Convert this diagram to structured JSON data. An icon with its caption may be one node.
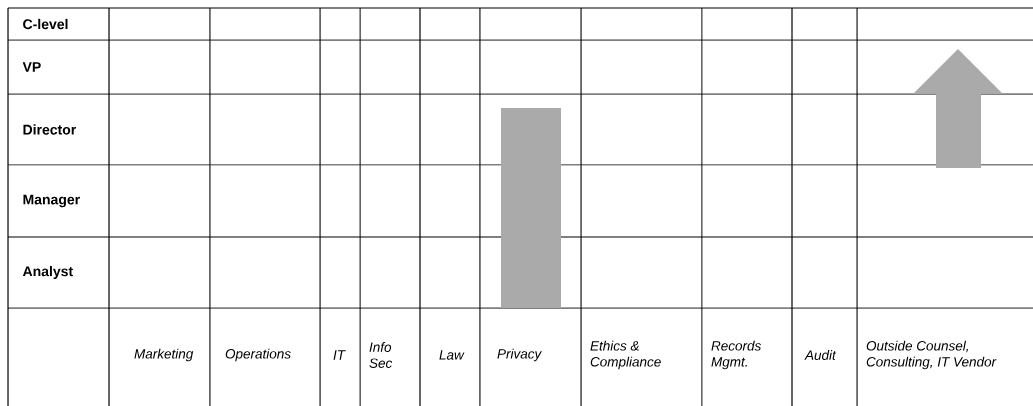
{
  "diagram": {
    "nodes": [
      {
        "text": [],
        "shape": "bar"
      }
    ],
    "labels": [
      "C-level",
      "VP",
      "Director",
      "Manager",
      "Analyst",
      "Marketing",
      "Operations",
      "IT",
      "Info Sec",
      "Law",
      "Privacy",
      "Ethics & Compliance",
      "Records Mgmt.",
      "Audit",
      "Outside Counsel, Consulting, IT Vendor"
    ]
  }
}
